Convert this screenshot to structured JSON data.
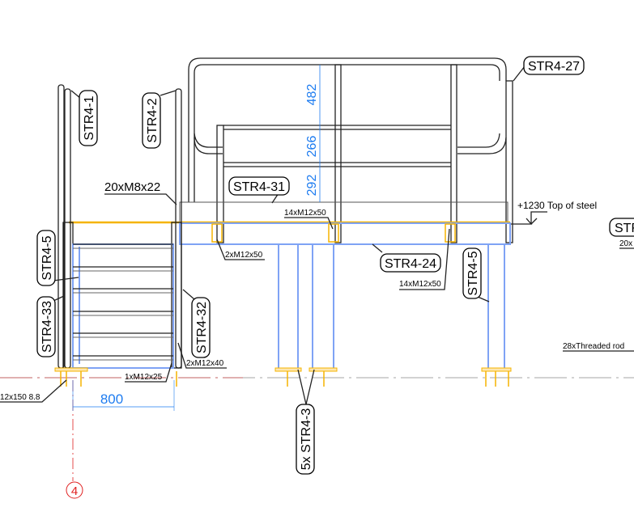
{
  "labels": {
    "str4_1": "STR4-1",
    "str4_2": "STR4-2",
    "str4_27": "STR4-27",
    "str4_31": "STR4-31",
    "str4_5_left": "STR4-5",
    "str4_33": "STR4-33",
    "str4_32": "STR4-32",
    "str4_24": "STR4-24",
    "str4_5_right": "STR4-5",
    "str4_3": "5x STR4-3",
    "str_partial": "STR",
    "bolt_20xm8x22": "20xM8x22",
    "bolt_14xm12x50_top": "14xM12x50",
    "bolt_2xm12x50": "2xM12x50",
    "bolt_14xm12x50_bottom": "14xM12x50",
    "bolt_2xm12x40": "2xM12x40",
    "bolt_1xm12x25": "1xM12x25",
    "bolt_m12x150": "12x150 8.8",
    "bolt_20x_partial": "20x",
    "threaded_rod": "28xThreaded rod",
    "top_of_steel": "+1230 Top of steel"
  },
  "dimensions": {
    "d482": "482",
    "d266": "266",
    "d292": "292",
    "d800": "800"
  },
  "grid": {
    "axis_4": "4"
  },
  "colors": {
    "dimension": "#1e7cf0",
    "bolts": "#f5b400",
    "section": "#7fa3f5",
    "grid": "#e02020"
  }
}
